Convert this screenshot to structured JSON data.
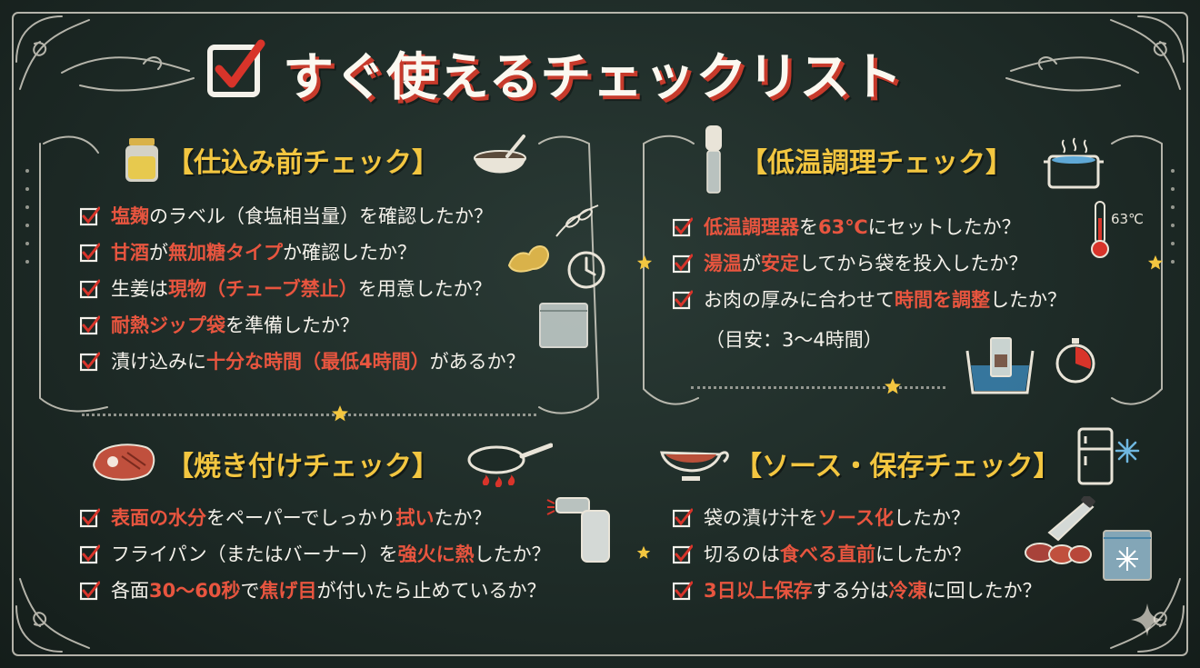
{
  "title": "すぐ使えるチェックリスト",
  "sections": [
    {
      "heading": "【仕込み前チェック】",
      "items": [
        [
          {
            "t": "塩麹",
            "h": true
          },
          {
            "t": "のラベル（食塩相当量）を確認したか？"
          }
        ],
        [
          {
            "t": "甘酒",
            "h": true
          },
          {
            "t": "が"
          },
          {
            "t": "無加糖タイプ",
            "h": true
          },
          {
            "t": "か確認したか？"
          }
        ],
        [
          {
            "t": "生姜は"
          },
          {
            "t": "現物（チューブ禁止）",
            "h": true
          },
          {
            "t": "を用意したか？"
          }
        ],
        [
          {
            "t": "耐熱ジップ袋",
            "h": true
          },
          {
            "t": "を準備したか？"
          }
        ],
        [
          {
            "t": "漬け込みに"
          },
          {
            "t": "十分な時間（最低4時間）",
            "h": true
          },
          {
            "t": "があるか？"
          }
        ]
      ]
    },
    {
      "heading": "【低温調理チェック】",
      "items": [
        [
          {
            "t": "低温調理器",
            "h": true
          },
          {
            "t": "を"
          },
          {
            "t": "63℃",
            "h": true
          },
          {
            "t": "にセットしたか？"
          }
        ],
        [
          {
            "t": "湯温",
            "h": true
          },
          {
            "t": "が"
          },
          {
            "t": "安定",
            "h": true
          },
          {
            "t": "してから袋を投入したか？"
          }
        ],
        [
          {
            "t": "お肉の厚みに合わせて"
          },
          {
            "t": "時間を調整",
            "h": true
          },
          {
            "t": "したか？"
          }
        ]
      ],
      "note": "（目安：3〜4時間）",
      "temp_label": "63℃"
    },
    {
      "heading": "【焼き付けチェック】",
      "items": [
        [
          {
            "t": "表面の水分",
            "h": true
          },
          {
            "t": "をペーパーでしっかり"
          },
          {
            "t": "拭い",
            "h": true
          },
          {
            "t": "たか？"
          }
        ],
        [
          {
            "t": "フライパン（またはバーナー）を"
          },
          {
            "t": "強火に熱",
            "h": true
          },
          {
            "t": "したか？"
          }
        ],
        [
          {
            "t": "各面"
          },
          {
            "t": "30〜60秒",
            "h": true
          },
          {
            "t": "で"
          },
          {
            "t": "焦げ目",
            "h": true
          },
          {
            "t": "が付いたら止めているか？"
          }
        ]
      ]
    },
    {
      "heading": "【ソース・保存チェック】",
      "items": [
        [
          {
            "t": "袋の漬け汁を"
          },
          {
            "t": "ソース化",
            "h": true
          },
          {
            "t": "したか？"
          }
        ],
        [
          {
            "t": "切るのは"
          },
          {
            "t": "食べる直前",
            "h": true
          },
          {
            "t": "にしたか？"
          }
        ],
        [
          {
            "t": "3日以上保存",
            "h": true
          },
          {
            "t": "する分は"
          },
          {
            "t": "冷凍",
            "h": true
          },
          {
            "t": "に回したか？"
          }
        ]
      ]
    }
  ],
  "colors": {
    "background": "#1d2a26",
    "highlight": "#e8553f",
    "heading": "#f3c640",
    "chalk": "#f4f1ea",
    "check_red": "#d8342a"
  },
  "icons": [
    "checkbox-icon",
    "jar-icon",
    "bowl-icon",
    "herb-icon",
    "ginger-icon",
    "clock-icon",
    "zip-bag-icon",
    "sous-vide-icon",
    "pot-icon",
    "thermometer-icon",
    "water-bath-icon",
    "timer-icon",
    "steak-icon",
    "frying-pan-icon",
    "torch-icon",
    "gravy-boat-icon",
    "fridge-icon",
    "snowflake-icon",
    "knife-meat-icon",
    "frozen-bag-icon",
    "star-icon",
    "sparkle-icon"
  ]
}
